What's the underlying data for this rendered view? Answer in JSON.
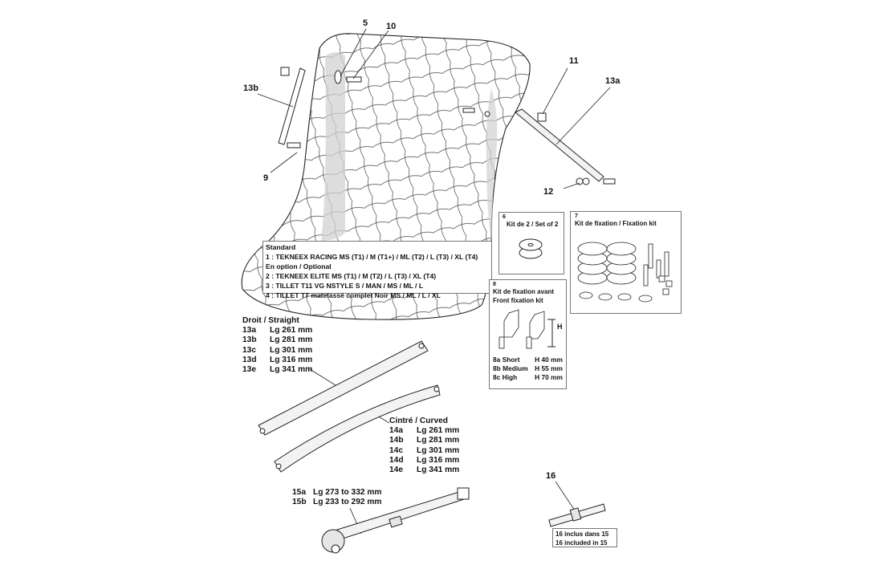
{
  "callouts": {
    "c5": "5",
    "c10": "10",
    "c11": "11",
    "c13a": "13a",
    "c13b": "13b",
    "c9": "9",
    "c12": "12",
    "c16": "16"
  },
  "seat_legend": {
    "heading_standard": "Standard",
    "line1": "1 : TEKNEEX RACING MS (T1) / M (T1+) / ML (T2) / L (T3) / XL (T4)",
    "heading_optional": "En option / Optional",
    "line2": "2 : TEKNEEX ELITE MS (T1) / M (T2) / L (T3) / XL (T4)",
    "line3": "3 : TILLET T11 VG NSTYLE S / MAN / MS / ML / L",
    "line4": "4 : TILLET T7 matelassé complet Noir MS / ML / L / XL"
  },
  "straight_stays": {
    "title": "Droit / Straight",
    "rows": [
      {
        "ref": "13a",
        "length": "Lg 261 mm"
      },
      {
        "ref": "13b",
        "length": "Lg 281 mm"
      },
      {
        "ref": "13c",
        "length": "Lg 301 mm"
      },
      {
        "ref": "13d",
        "length": "Lg 316 mm"
      },
      {
        "ref": "13e",
        "length": "Lg 341 mm"
      }
    ]
  },
  "curved_stays": {
    "title": "Cintré / Curved",
    "rows": [
      {
        "ref": "14a",
        "length": "Lg 261 mm"
      },
      {
        "ref": "14b",
        "length": "Lg 281 mm"
      },
      {
        "ref": "14c",
        "length": "Lg 301 mm"
      },
      {
        "ref": "14d",
        "length": "Lg 316 mm"
      },
      {
        "ref": "14e",
        "length": "Lg 341 mm"
      }
    ]
  },
  "adjustable_stays": {
    "rows": [
      {
        "ref": "15a",
        "length": "Lg 273 to 332 mm"
      },
      {
        "ref": "15b",
        "length": "Lg 233 to 292 mm"
      }
    ]
  },
  "kit6": {
    "number": "6",
    "title": "Kit de 2 / Set of 2"
  },
  "kit7": {
    "number": "7",
    "title": "Kit de fixation / Fixation kit"
  },
  "kit8": {
    "number": "8",
    "title_fr": "Kit de fixation avant",
    "title_en": "Front fixation kit",
    "dimension_label": "H",
    "rows": [
      {
        "ref": "8a Short",
        "height": "H 40 mm"
      },
      {
        "ref": "8b Medium",
        "height": "H 55 mm"
      },
      {
        "ref": "8c High",
        "height": "H 70 mm"
      }
    ]
  },
  "note16": {
    "line_fr": "16 inclus dans 15",
    "line_en": "16 included in 15"
  },
  "colors": {
    "line": "#222222",
    "shade": "#d2d2d2",
    "box_border": "#777777"
  }
}
